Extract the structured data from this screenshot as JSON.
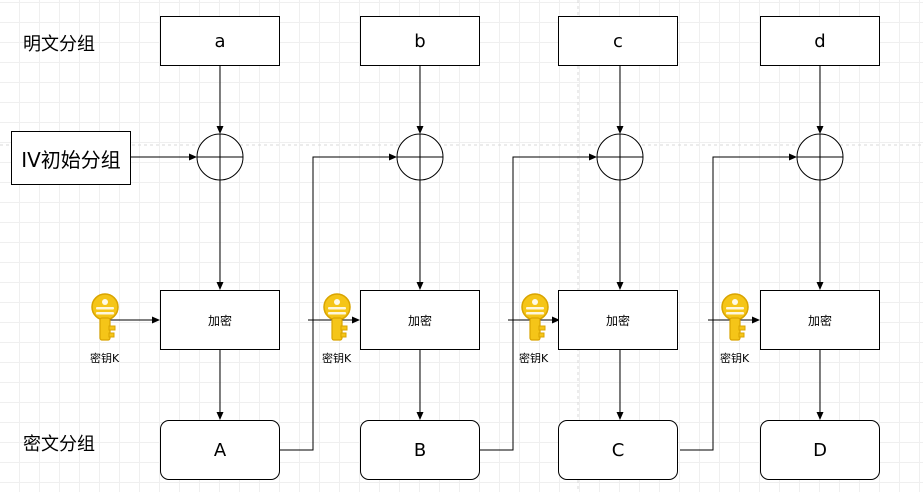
{
  "row_labels": {
    "plaintext": "明文分组",
    "ciphertext": "密文分组"
  },
  "iv_label": "IV初始分组",
  "columns": [
    {
      "plain": "a",
      "encrypt": "加密",
      "key": "密钥K",
      "cipher": "A"
    },
    {
      "plain": "b",
      "encrypt": "加密",
      "key": "密钥K",
      "cipher": "B"
    },
    {
      "plain": "c",
      "encrypt": "加密",
      "key": "密钥K",
      "cipher": "C"
    },
    {
      "plain": "d",
      "encrypt": "加密",
      "key": "密钥K",
      "cipher": "D"
    }
  ],
  "key_icon": "key-icon",
  "xor_icon": "xor-circle-icon",
  "colors": {
    "key_gold": "#F5C518",
    "key_dark": "#D9A400",
    "line": "#000000",
    "grid": "#efefef"
  }
}
